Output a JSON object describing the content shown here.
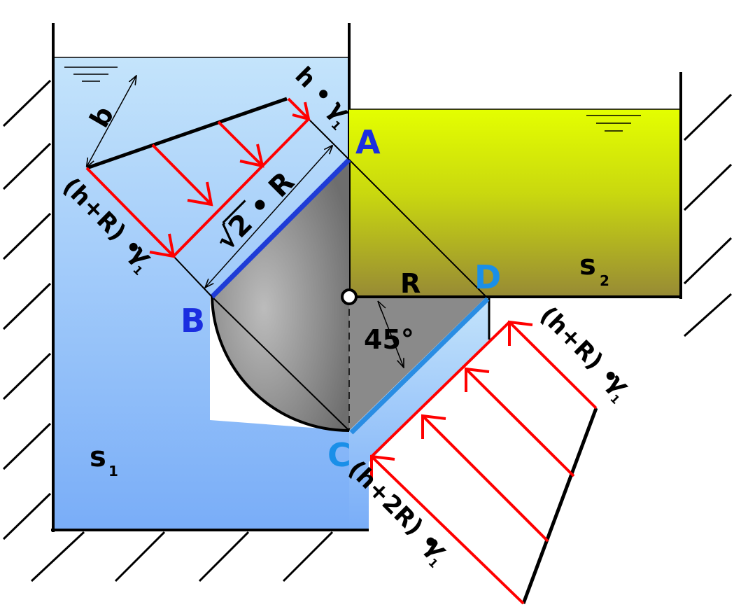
{
  "points": {
    "A": "A",
    "B": "B",
    "C": "C",
    "D": "D"
  },
  "labels": {
    "b": "b",
    "R": "R",
    "angle": "45°",
    "diag_radical": "√",
    "diag_text": "2 • R",
    "s1": "s",
    "s1_sub": "1",
    "s2": "s",
    "s2_sub": "2",
    "h_gamma": "h •",
    "hR_gamma": "(h+R) •",
    "hR_gamma_right": "(h+R) •",
    "h2R_gamma": "(h+2R) •",
    "gamma": "γ",
    "gamma_sub": "1"
  },
  "colors": {
    "tank_left_top": "#c4e4fb",
    "tank_left_bottom": "#79adf8",
    "tank_right_top": "#e2ff00",
    "tank_right_bottom": "#9b8f33",
    "gate_blue": "#1f3cd6",
    "gate_light_blue": "#2a8de3",
    "pressure_red": "#ff0000",
    "point_A": "#1a2ee0",
    "point_B": "#1a2ee0",
    "point_C": "#1a8fe8",
    "point_D": "#1a8fe8"
  }
}
